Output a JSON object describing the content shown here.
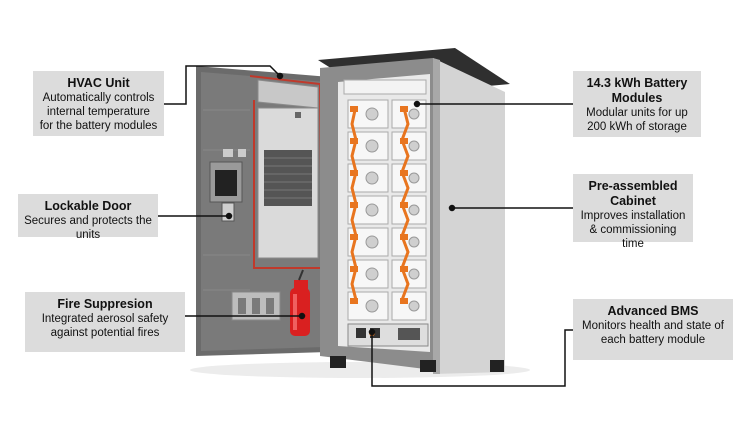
{
  "callouts": {
    "hvac": {
      "title": "HVAC Unit",
      "description": "Automatically controls internal temperature for the battery modules"
    },
    "door": {
      "title": "Lockable Door",
      "description": "Secures and protects the units"
    },
    "fire": {
      "title": "Fire Suppresion",
      "description": "Integrated aerosol safety against potential fires"
    },
    "battery": {
      "title": "14.3 kWh Battery Modules",
      "description": "Modular units for up 200 kWh of storage"
    },
    "cabinet": {
      "title": "Pre-assembled Cabinet",
      "description": "Improves installation & commissioning time"
    },
    "bms": {
      "title": "Advanced BMS",
      "description": "Monitors health and state of each battery module"
    }
  },
  "colors": {
    "callout_bg": "#dcdcdc",
    "cabinet_body": "#d4d4d4",
    "cabinet_dark": "#6e6e6e",
    "cable_orange": "#e8751f",
    "extinguisher_red": "#d92020",
    "leader_line": "#111111"
  }
}
